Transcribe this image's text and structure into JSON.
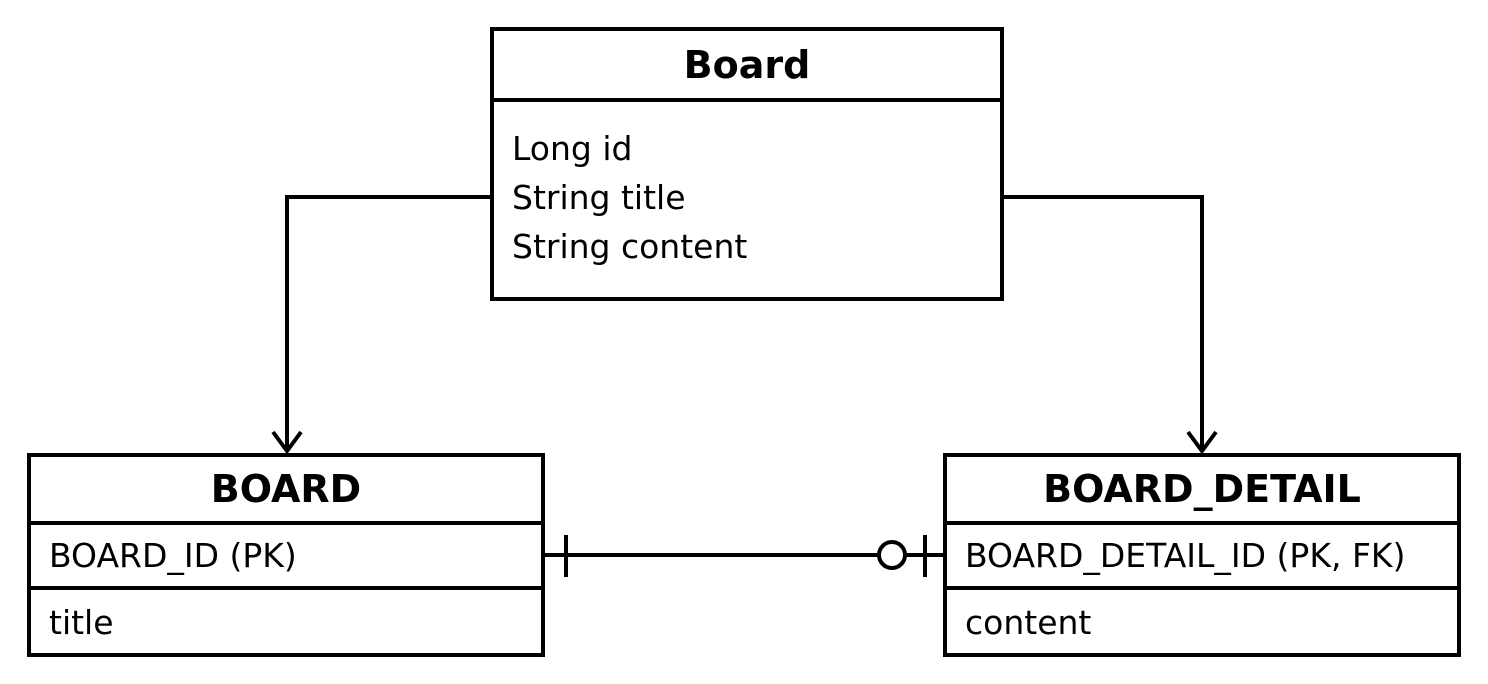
{
  "class_box": {
    "title": "Board",
    "fields": [
      "Long id",
      "String title",
      "String content"
    ]
  },
  "tables": {
    "board": {
      "name": "BOARD",
      "columns": [
        "BOARD_ID (PK)",
        "title"
      ]
    },
    "board_detail": {
      "name": "BOARD_DETAIL",
      "columns": [
        "BOARD_DETAIL_ID (PK, FK)",
        "content"
      ]
    }
  },
  "relationship": {
    "board_side": "one (mandatory)",
    "detail_side": "zero or one"
  },
  "colors": {
    "line": "#000000",
    "background": "#ffffff"
  }
}
